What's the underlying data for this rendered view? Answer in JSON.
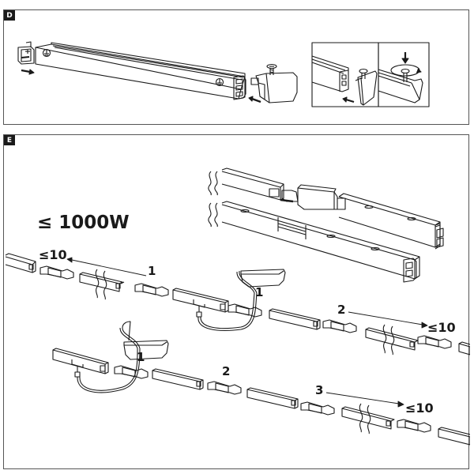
{
  "panels": {
    "d": {
      "badge": "D"
    },
    "e": {
      "badge": "E"
    }
  },
  "labels": {
    "max_power": "≤ 1000W",
    "max_count_top": "≤10",
    "max_count_row1": "≤10",
    "max_count_row2": "≤10",
    "step1_a": "1",
    "step1_b": "1",
    "step1_c": "1",
    "step2_a": "2",
    "step2_b": "2",
    "step3": "3"
  },
  "colors": {
    "line": "#1a1a1a",
    "badge_bg": "#1a1a1a",
    "border": "#555555",
    "background": "#ffffff"
  },
  "icons": [
    "earth-ground-symbol",
    "screw",
    "end-cap",
    "arrow",
    "rotation-circle",
    "connector",
    "power-feed",
    "driver-box",
    "break-symbol"
  ]
}
